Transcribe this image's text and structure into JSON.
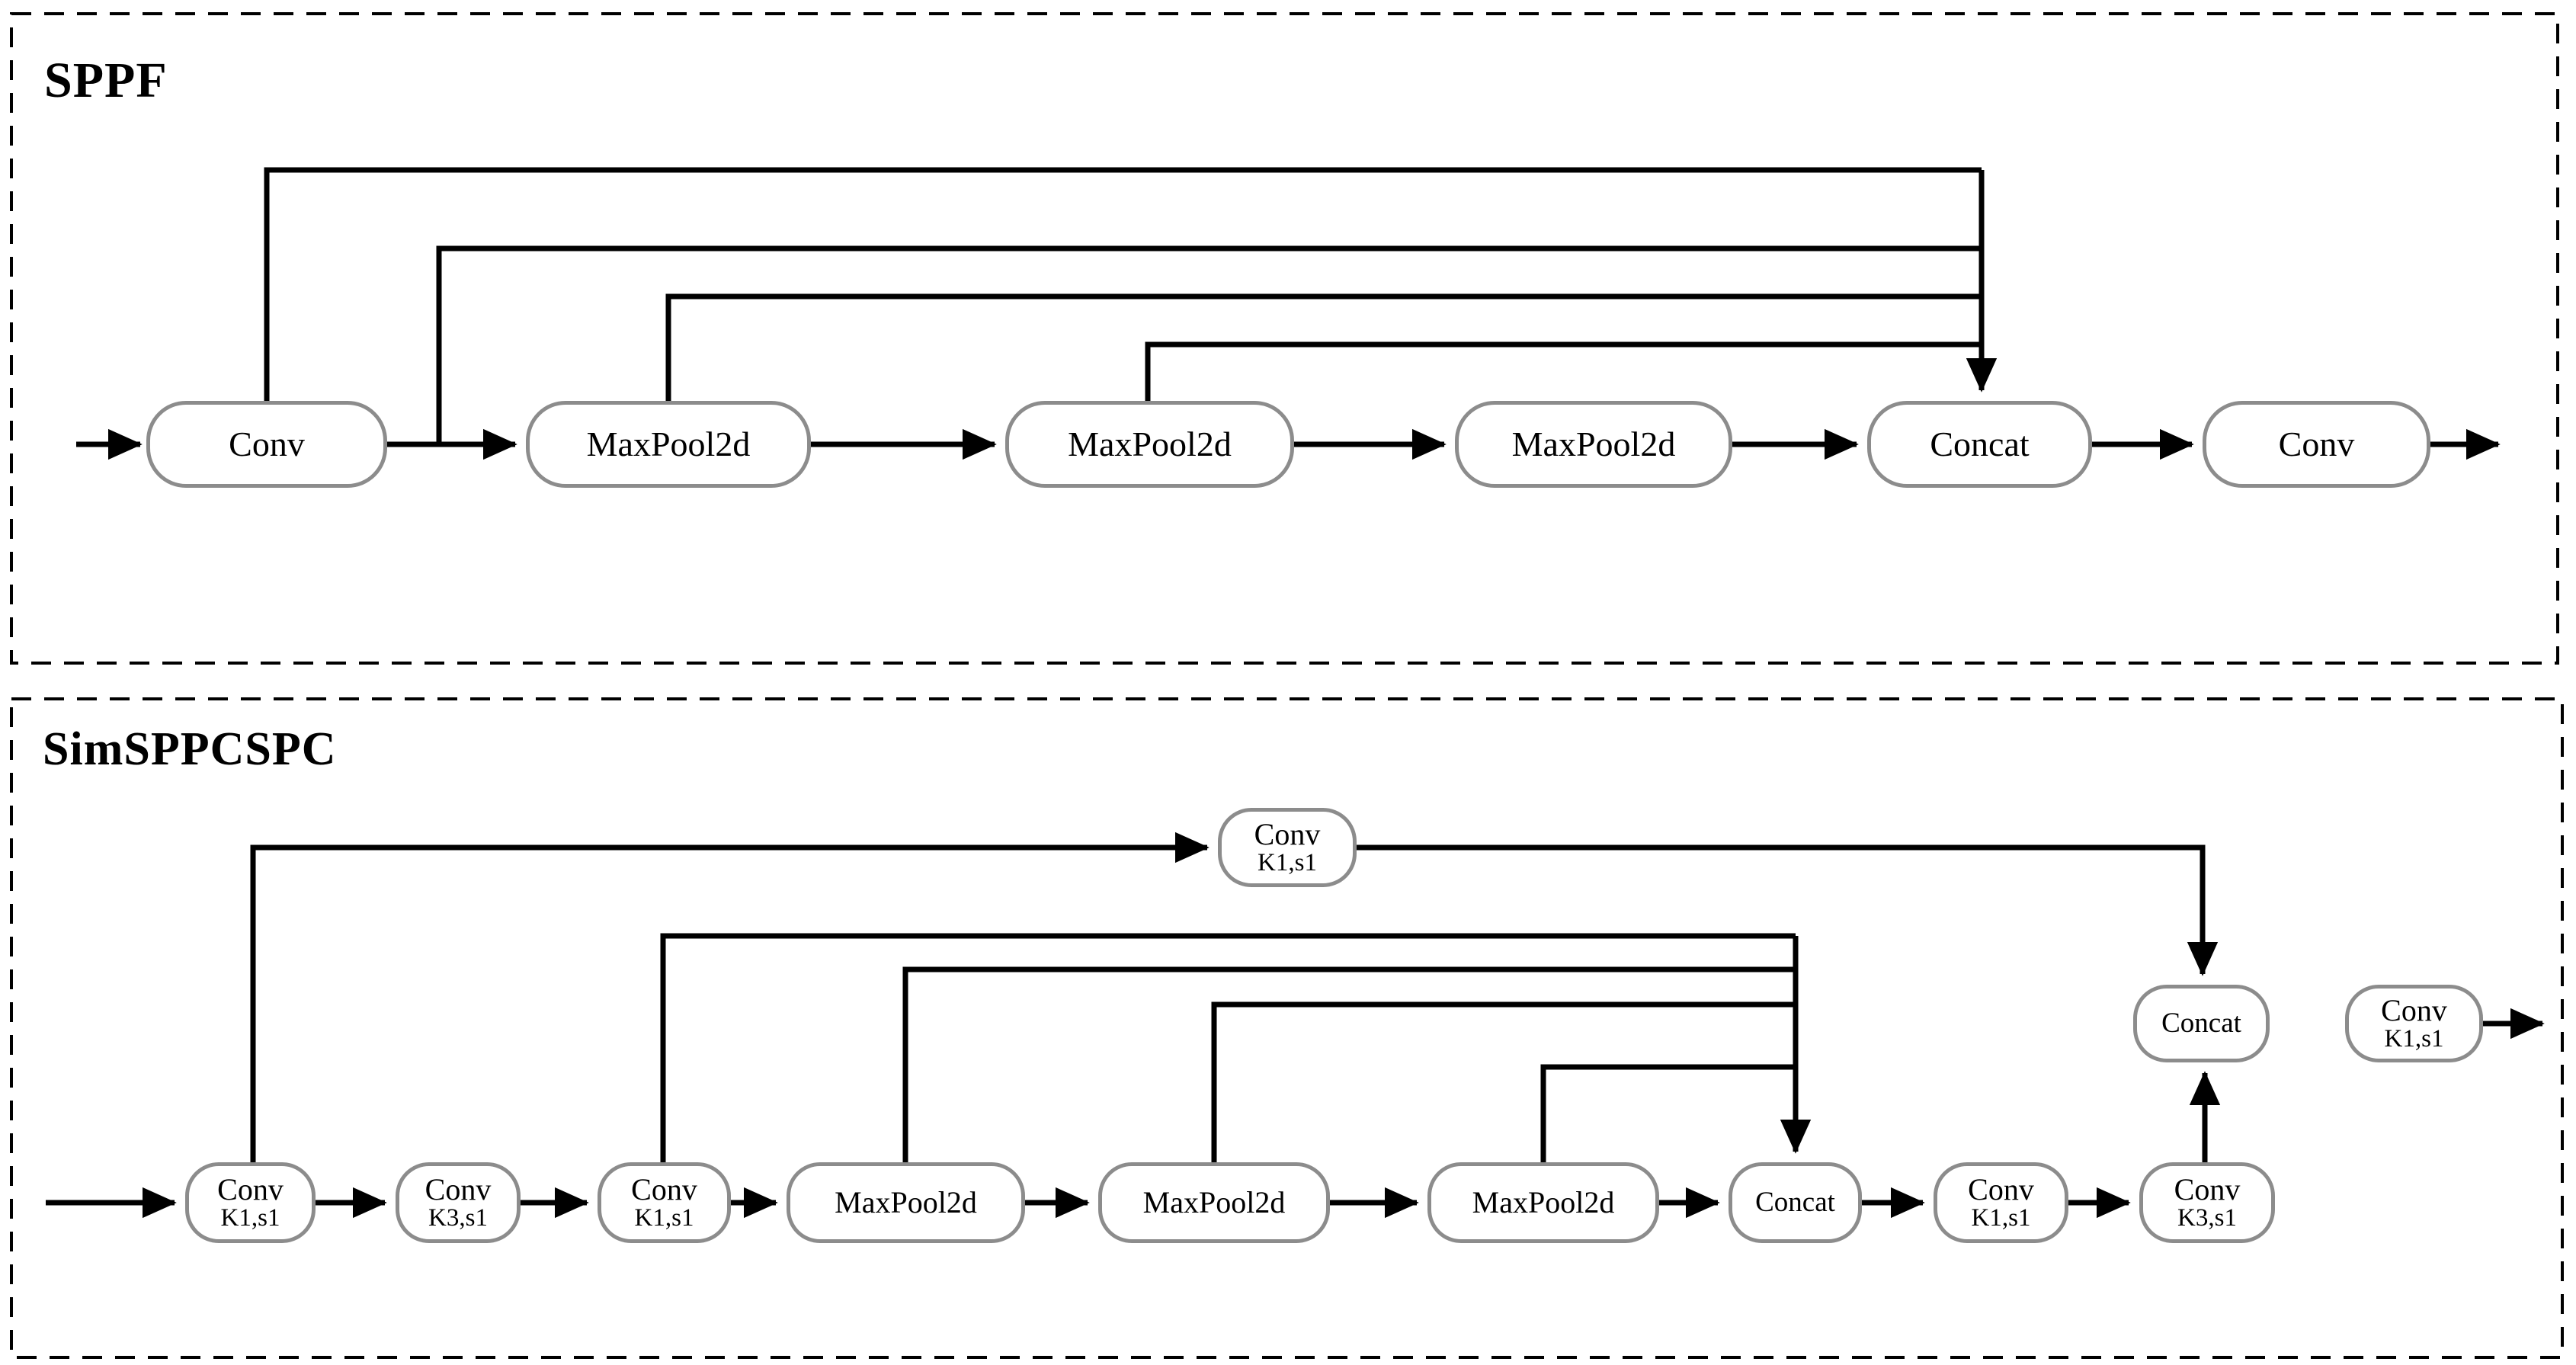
{
  "colors": {
    "line": "#000000",
    "box_border": "#8c8c8c",
    "box_fill": "#ffffff",
    "text": "#000000",
    "background": "#ffffff"
  },
  "sppf": {
    "title": "SPPF",
    "nodes": [
      {
        "label": "Conv"
      },
      {
        "label": "MaxPool2d"
      },
      {
        "label": "MaxPool2d"
      },
      {
        "label": "MaxPool2d"
      },
      {
        "label": "Concat"
      },
      {
        "label": "Conv"
      }
    ]
  },
  "simsppcspc": {
    "title": "SimSPPCSPC",
    "top_node": {
      "label": "Conv",
      "sublabel": "K1,s1"
    },
    "bottom_nodes": [
      {
        "label": "Conv",
        "sublabel": "K1,s1"
      },
      {
        "label": "Conv",
        "sublabel": "K3,s1"
      },
      {
        "label": "Conv",
        "sublabel": "K1,s1"
      },
      {
        "label": "MaxPool2d"
      },
      {
        "label": "MaxPool2d"
      },
      {
        "label": "MaxPool2d"
      },
      {
        "label": "Concat"
      },
      {
        "label": "Conv",
        "sublabel": "K1,s1"
      },
      {
        "label": "Conv",
        "sublabel": "K3,s1"
      }
    ],
    "right_concat": {
      "label": "Concat"
    },
    "right_conv": {
      "label": "Conv",
      "sublabel": "K1,s1"
    }
  }
}
